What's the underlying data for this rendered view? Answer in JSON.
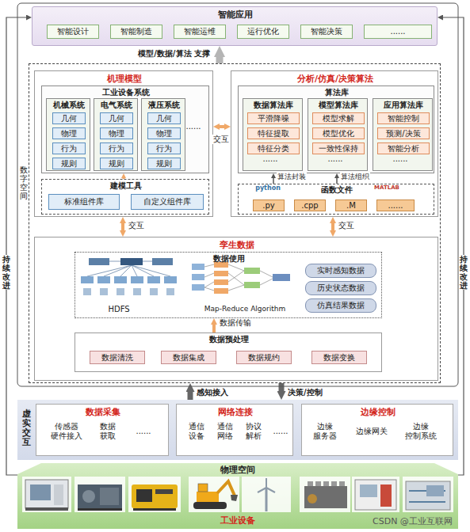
{
  "diagram": {
    "nodes": [
      {
        "text": [
          "智能应用"
        ]
      },
      {
        "text": [
          "智能设计"
        ],
        "in": 0
      },
      {
        "text": [
          "智能制造"
        ],
        "in": 0
      },
      {
        "text": [
          "智能运维"
        ],
        "in": 0
      },
      {
        "text": [
          "运行优化"
        ],
        "in": 0
      },
      {
        "text": [
          "智能决策"
        ],
        "in": 0
      },
      {
        "text": [
          "......"
        ],
        "in": 0
      },
      {
        "text": [
          "数字空间"
        ]
      },
      {
        "text": [
          "机理模型"
        ],
        "in": 7
      },
      {
        "text": [
          "工业设备系统"
        ],
        "in": 8
      },
      {
        "text": [
          "机械系统"
        ],
        "in": 9
      },
      {
        "text": [
          "几何"
        ],
        "in": 10
      },
      {
        "text": [
          "物理"
        ],
        "in": 10
      },
      {
        "text": [
          "行为"
        ],
        "in": 10
      },
      {
        "text": [
          "规则"
        ],
        "in": 10
      },
      {
        "text": [
          "电气系统"
        ],
        "in": 9
      },
      {
        "text": [
          "几何"
        ],
        "in": 15
      },
      {
        "text": [
          "物理"
        ],
        "in": 15
      },
      {
        "text": [
          "行为"
        ],
        "in": 15
      },
      {
        "text": [
          "规则"
        ],
        "in": 15
      },
      {
        "text": [
          "液压系统"
        ],
        "in": 9
      },
      {
        "text": [
          "几何"
        ],
        "in": 20
      },
      {
        "text": [
          "物理"
        ],
        "in": 20
      },
      {
        "text": [
          "行为"
        ],
        "in": 20
      },
      {
        "text": [
          "规则"
        ],
        "in": 20
      },
      {
        "text": [
          "建模工具"
        ],
        "in": 8
      },
      {
        "text": [
          "标准组件库"
        ],
        "in": 25
      },
      {
        "text": [
          "自定义组件库"
        ],
        "in": 25
      },
      {
        "text": [
          "分析/仿真/决策算法"
        ],
        "in": 7
      },
      {
        "text": [
          "算法库"
        ],
        "in": 28
      },
      {
        "text": [
          "数据算法库"
        ],
        "in": 29
      },
      {
        "text": [
          "平滑降噪"
        ],
        "in": 30
      },
      {
        "text": [
          "特征提取"
        ],
        "in": 30
      },
      {
        "text": [
          "特征分类"
        ],
        "in": 30
      },
      {
        "text": [
          "模型算法库"
        ],
        "in": 29
      },
      {
        "text": [
          "模型求解"
        ],
        "in": 34
      },
      {
        "text": [
          "模型优化"
        ],
        "in": 34
      },
      {
        "text": [
          "一致性保持"
        ],
        "in": 34
      },
      {
        "text": [
          "应用算法库"
        ],
        "in": 29
      },
      {
        "text": [
          "智能控制"
        ],
        "in": 38
      },
      {
        "text": [
          "预测/决策"
        ],
        "in": 38
      },
      {
        "text": [
          "智能分析"
        ],
        "in": 38
      },
      {
        "text": [
          "函数文件"
        ],
        "in": 28
      },
      {
        "text": [
          ".py"
        ],
        "in": 42
      },
      {
        "text": [
          ".cpp"
        ],
        "in": 42
      },
      {
        "text": [
          ".M"
        ],
        "in": 42
      },
      {
        "text": [
          "......"
        ],
        "in": 42
      },
      {
        "text": [
          "孪生数据"
        ],
        "in": 7
      },
      {
        "text": [
          "数据使用"
        ],
        "in": 47
      },
      {
        "text": [
          "实时感知数据"
        ],
        "in": 48
      },
      {
        "text": [
          "历史状态数据"
        ],
        "in": 48
      },
      {
        "text": [
          "仿真结果数据"
        ],
        "in": 48
      },
      {
        "text": [
          "数据预处理"
        ],
        "in": 47
      },
      {
        "text": [
          "数据清洗"
        ],
        "in": 52
      },
      {
        "text": [
          "数据集成"
        ],
        "in": 52
      },
      {
        "text": [
          "数据规约"
        ],
        "in": 52
      },
      {
        "text": [
          "数据变换"
        ],
        "in": 52
      },
      {
        "text": [
          "虚实交互"
        ]
      },
      {
        "text": [
          "数据采集",
          "传感器 硬件接入",
          "数据 获取",
          "......"
        ],
        "in": 57
      },
      {
        "text": [
          "网络连接",
          "通信 设备",
          "通信 网络",
          "协议 解析",
          "......"
        ],
        "in": 57
      },
      {
        "text": [
          "边缘控制",
          "边缘 服务器",
          "边缘网关",
          "边缘 控制系统"
        ],
        "in": 57
      },
      {
        "text": [
          "物理空间",
          "工业设备"
        ]
      }
    ],
    "edges": [
      {
        "from": 7,
        "to": 0,
        "arrow": "to",
        "label": "模型/数据/算法 支撑"
      },
      {
        "from": 8,
        "to": 28,
        "arrow": "both",
        "label": "交互"
      },
      {
        "from": 25,
        "to": 9,
        "arrow": "to"
      },
      {
        "from": 42,
        "to": 29,
        "arrow": "to",
        "label": "算法封装"
      },
      {
        "from": 42,
        "to": 29,
        "arrow": "to",
        "label": "算法组织"
      },
      {
        "from": 8,
        "to": 47,
        "arrow": "both",
        "label": "交互"
      },
      {
        "from": 28,
        "to": 47,
        "arrow": "both",
        "label": "交互"
      },
      {
        "from": 52,
        "to": 48,
        "arrow": "to",
        "label": "数据传输"
      },
      {
        "from": 57,
        "to": 7,
        "arrow": "to",
        "label": "感知接入"
      },
      {
        "from": 7,
        "to": 57,
        "arrow": "to",
        "label": "决策/控制"
      },
      {
        "from": 61,
        "to": 0,
        "arrow": "to",
        "label": "持续改进"
      },
      {
        "from": 61,
        "to": 0,
        "arrow": "to",
        "label": "持续改进"
      }
    ],
    "labels": [
      "......",
      "......",
      "......",
      "......",
      "python",
      "MATLAB",
      "HDFS",
      "Map-Reduce Algorithm",
      "CSDN @工业互联网"
    ]
  }
}
